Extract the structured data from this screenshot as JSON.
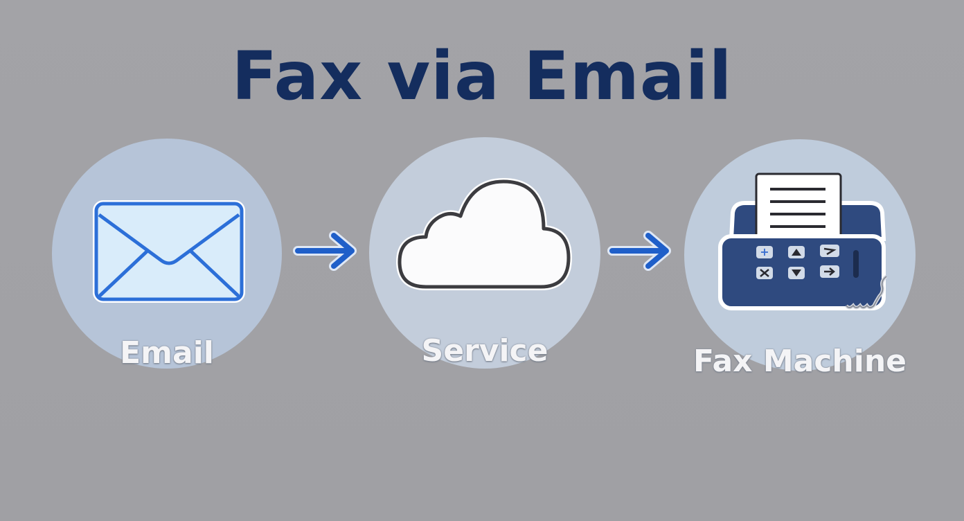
{
  "title": "Fax via Email",
  "nodes": [
    {
      "label": "Email",
      "icon": "envelope-icon"
    },
    {
      "label": "Service",
      "icon": "cloud-icon"
    },
    {
      "label": "Fax Machine",
      "icon": "fax-machine-icon"
    }
  ],
  "connectors": [
    {
      "from": "Email",
      "to": "Service",
      "icon": "arrow-right-icon"
    },
    {
      "from": "Service",
      "to": "Fax Machine",
      "icon": "arrow-right-icon"
    }
  ],
  "colors": {
    "title": "#142d5e",
    "accent_blue": "#1f5fc9",
    "fax_body": "#2f4a7f",
    "label_text": "#f4f4f6"
  }
}
